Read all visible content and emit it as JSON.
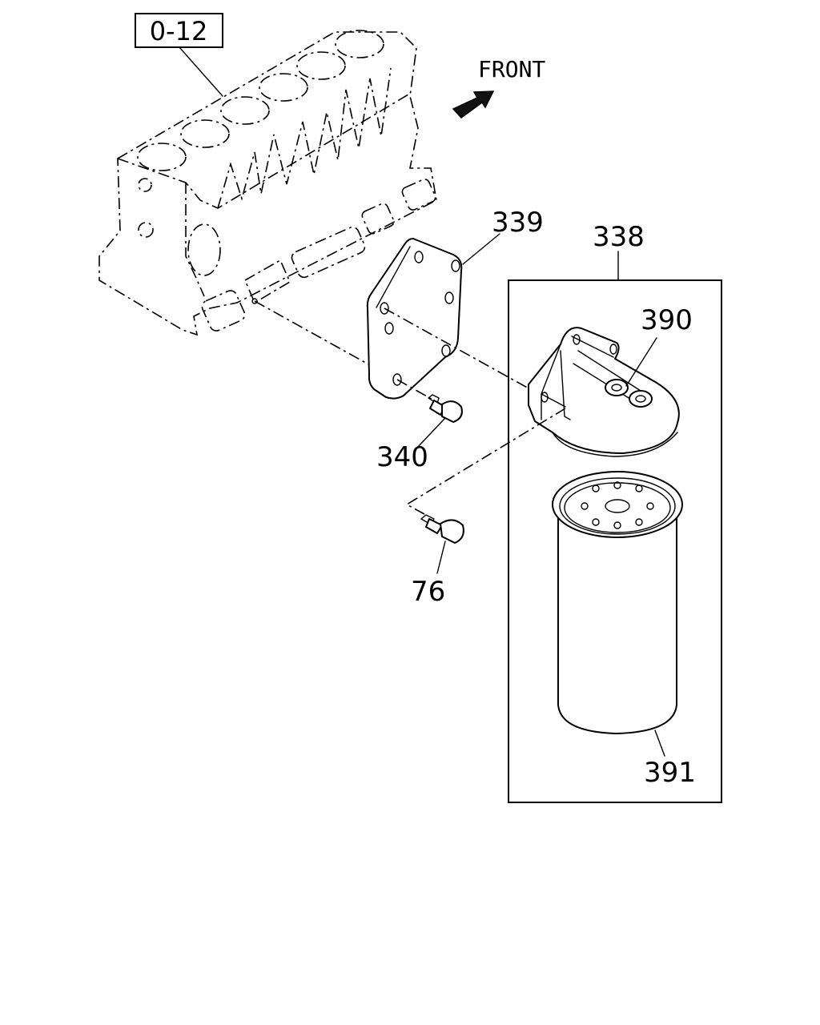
{
  "reference": {
    "code": "0-12"
  },
  "direction": {
    "label": "FRONT"
  },
  "parts": [
    {
      "id": "p339",
      "number": "339"
    },
    {
      "id": "p338",
      "number": "338"
    },
    {
      "id": "p390",
      "number": "390"
    },
    {
      "id": "p340",
      "number": "340"
    },
    {
      "id": "p76",
      "number": "76"
    },
    {
      "id": "p391",
      "number": "391"
    }
  ]
}
